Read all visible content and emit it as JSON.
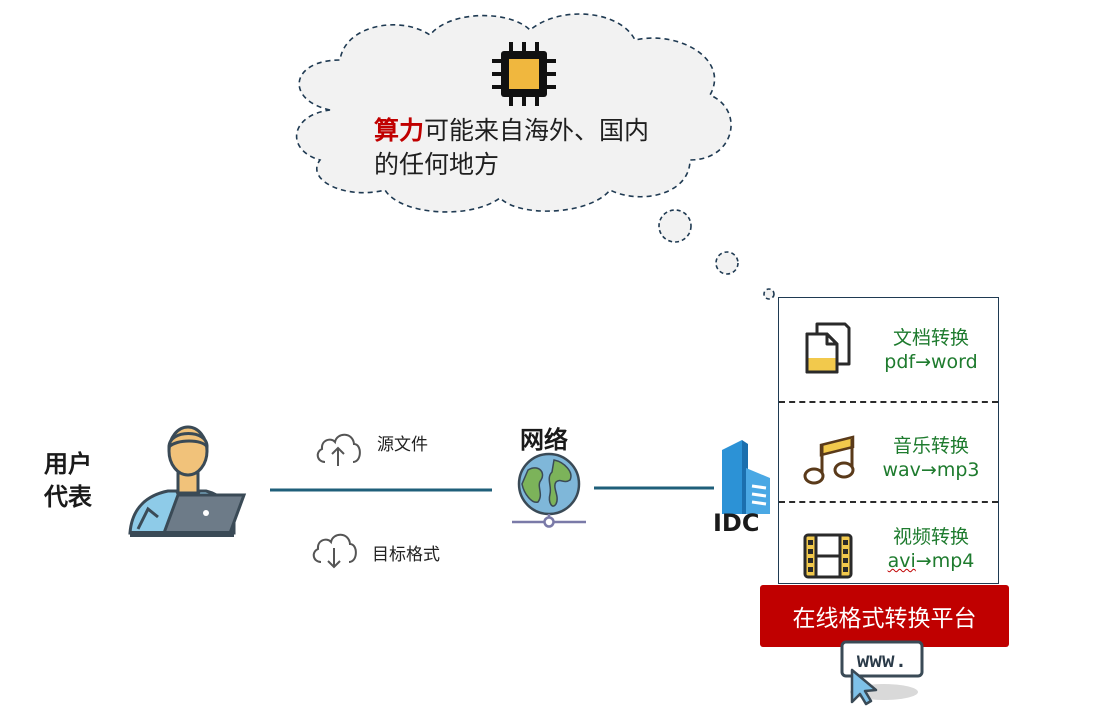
{
  "cloud": {
    "highlight": "算力",
    "line1_rest": "可能来自海外、国内",
    "line2": "的任何地方"
  },
  "user": {
    "line1": "用户",
    "line2": "代表"
  },
  "transfer": {
    "upload_label": "源文件",
    "download_label": "目标格式"
  },
  "network": {
    "label": "网络"
  },
  "idc": {
    "label": "IDC"
  },
  "services": [
    {
      "name": "文档转换",
      "detail": "pdf→word",
      "icon": "document-copy-icon"
    },
    {
      "name": "音乐转换",
      "detail": "wav→mp3",
      "icon": "music-note-icon"
    },
    {
      "name": "视频转换",
      "detail_a": "avi",
      "detail_b": "→mp4",
      "icon": "film-icon"
    }
  ],
  "platform": {
    "label": "在线格式转换平台"
  },
  "www": {
    "label": "www."
  },
  "colors": {
    "accent_red": "#c00000",
    "service_green": "#1e7b2e",
    "line_blue": "#1f5f7a",
    "cloud_fill": "#f2f2f2"
  }
}
